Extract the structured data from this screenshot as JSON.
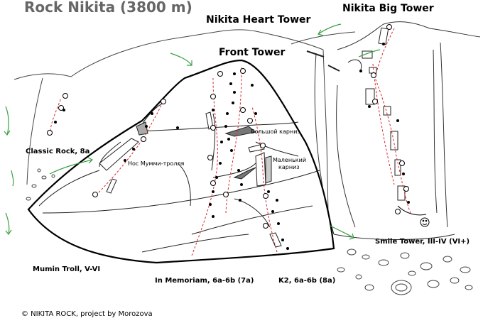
{
  "title": "Rock Nikita (3800 m)",
  "towers": {
    "heart": "Nikita Heart Tower",
    "big": "Nikita Big Tower",
    "front": "Front Tower"
  },
  "features": {
    "bolshoy_karniz": "Большой карниз",
    "malenkiy_karniz_1": "Маленький",
    "malenkiy_karniz_2": "карниз",
    "nos": "Нос Мумми-тролля"
  },
  "routes": {
    "classic": "Classic Rock, 8a",
    "mumin": "Mumin Troll,  V-VI",
    "memoriam": "In Memoriam,  6a-6b (7a)",
    "k2": "K2, 6a-6b (8a)",
    "smile": "Smile Tower, III-IV (VI+)"
  },
  "footer": "© NIKITA ROCK, project by Morozova",
  "colors": {
    "rock_line": "#000000",
    "route": "#d62828",
    "approach": "#3aa040",
    "sky_line": "#555555"
  }
}
